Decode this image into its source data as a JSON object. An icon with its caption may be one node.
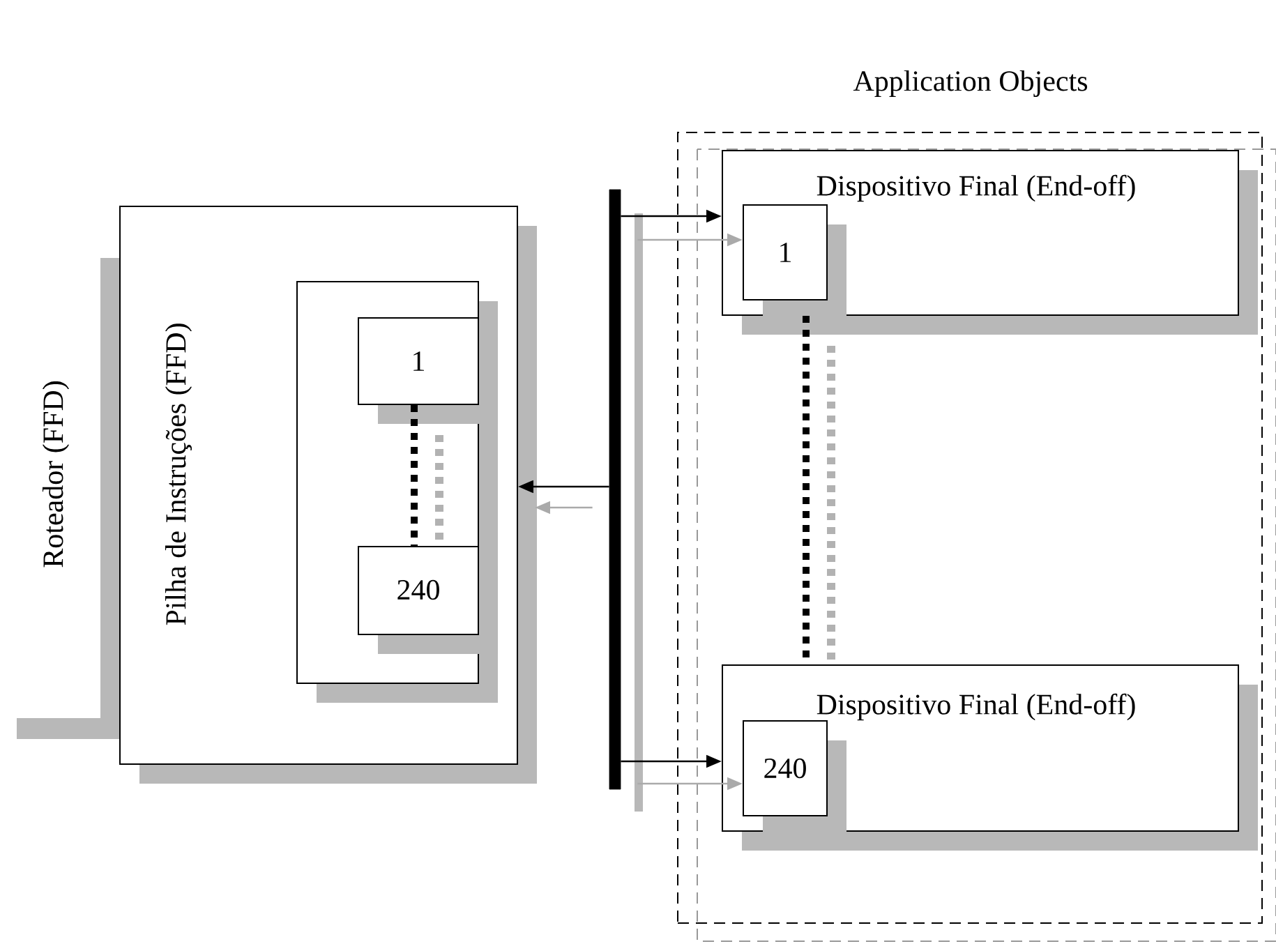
{
  "diagram": {
    "nodes": [
      {
        "text": [
          "Roteador (FFD)",
          "Pilha de Instruções (FFD)"
        ]
      },
      {
        "text": [],
        "shape": "box",
        "in": 0
      },
      {
        "text": [
          "1"
        ],
        "in": 1
      },
      {
        "text": [
          "240"
        ],
        "in": 1
      },
      {
        "text": [],
        "shape": "bar"
      },
      {
        "text": [
          "Application Objects"
        ]
      },
      {
        "text": [
          "Dispositivo Final (End-off)"
        ],
        "in": 5
      },
      {
        "text": [
          "1"
        ],
        "in": 6
      },
      {
        "text": [
          "Dispositivo Final (End-off)"
        ],
        "in": 5
      },
      {
        "text": [
          "240"
        ],
        "in": 8
      }
    ],
    "edges": [
      {
        "from": 4,
        "to": 0,
        "arrow": "to"
      },
      {
        "from": 4,
        "to": 0,
        "arrow": "to",
        "color": "#aaaaaa"
      },
      {
        "from": 4,
        "to": 6,
        "arrow": "to"
      },
      {
        "from": 4,
        "to": 7,
        "arrow": "to",
        "color": "#aaaaaa"
      },
      {
        "from": 4,
        "to": 8,
        "arrow": "to"
      },
      {
        "from": 4,
        "to": 9,
        "arrow": "to",
        "color": "#aaaaaa"
      },
      {
        "from": 2,
        "to": 3,
        "arrow": "none",
        "style": "dashed"
      },
      {
        "from": 6,
        "to": 8,
        "arrow": "none",
        "style": "dashed"
      }
    ]
  }
}
